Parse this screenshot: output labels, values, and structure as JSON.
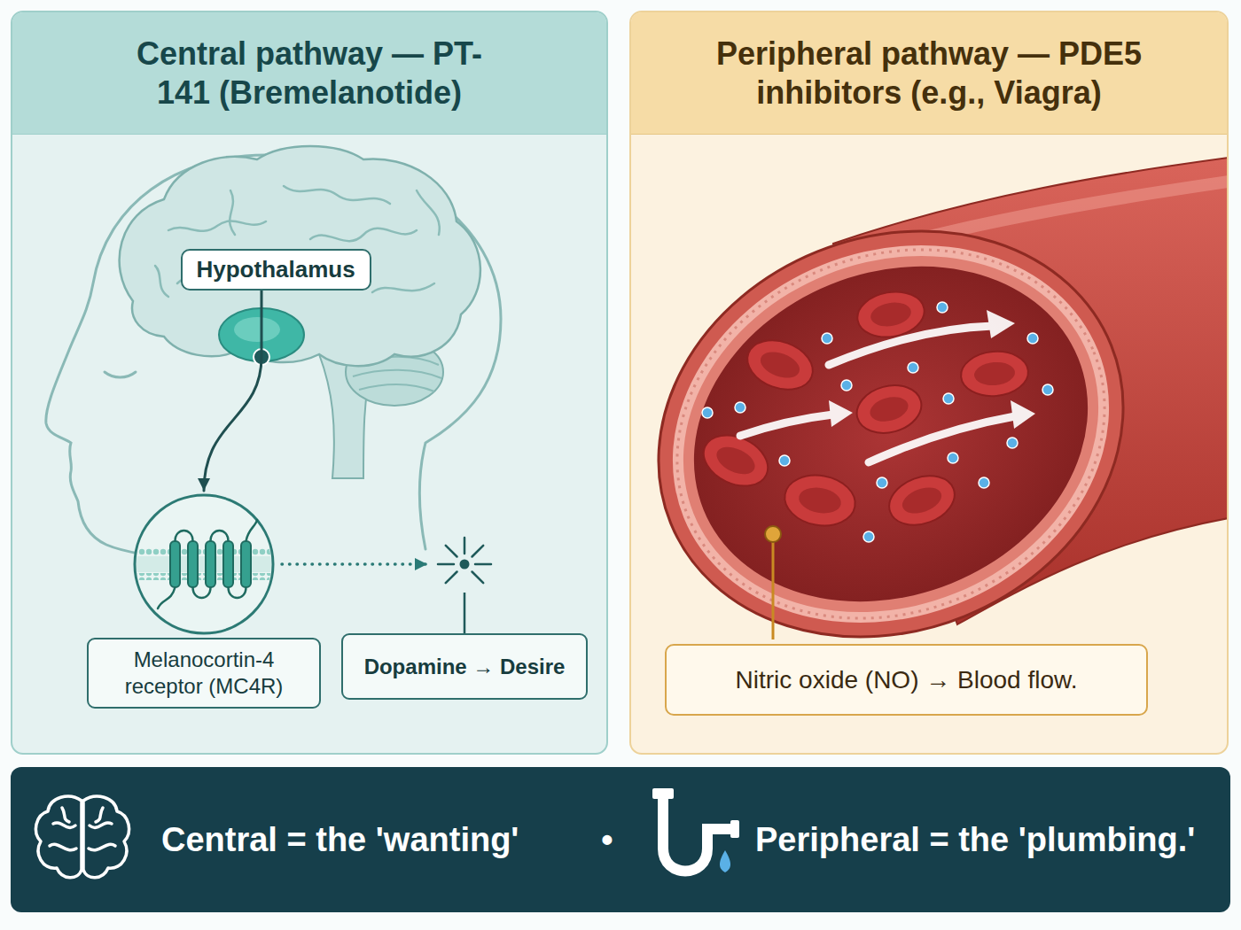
{
  "diagram": {
    "nodes": [
      {
        "text": [
          "Central pathway — PT-141 (Bremelanotide)"
        ]
      },
      {
        "text": [
          "Hypothalamus"
        ],
        "in": 0
      },
      {
        "text": [
          "Melanocortin-4 receptor (MC4R)"
        ],
        "in": 0
      },
      {
        "text": [
          "Dopamine → Desire"
        ],
        "in": 0
      },
      {
        "text": [
          "Peripheral pathway — PDE5 inhibitors (e.g., Viagra)"
        ]
      },
      {
        "text": [
          "Nitric oxide (NO) → Blood flow."
        ],
        "in": 4
      },
      {
        "text": [
          "Central = the 'wanting'",
          "•",
          "Peripheral = the 'plumbing.'"
        ]
      }
    ],
    "edges": [
      {
        "from": 1,
        "to": 2,
        "arrow": "to"
      },
      {
        "from": 2,
        "to": 3,
        "arrow": "to"
      }
    ]
  }
}
